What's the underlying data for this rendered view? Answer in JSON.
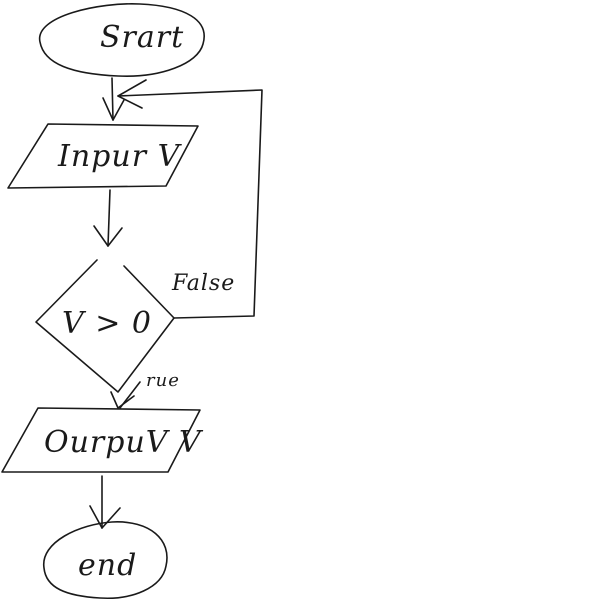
{
  "nodes": {
    "start": {
      "label": "Srart"
    },
    "input": {
      "label": "Inpur V"
    },
    "decision": {
      "label": "V > 0"
    },
    "output": {
      "label": "OurpuV V"
    },
    "end": {
      "label": "end"
    }
  },
  "edges": {
    "false_label": "False",
    "true_label": "rue"
  }
}
